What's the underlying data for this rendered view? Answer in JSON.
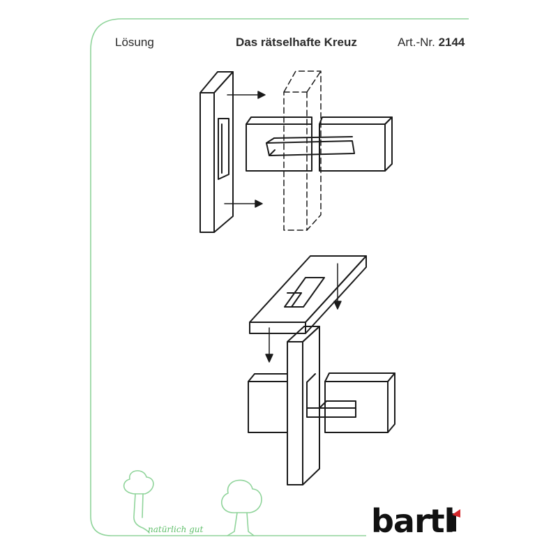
{
  "header": {
    "label": "Lösung",
    "title": "Das rätselhafte Kreuz",
    "article_prefix": "Art.-Nr. ",
    "article_number": "2144"
  },
  "footer": {
    "tagline": "natürlich gut",
    "brand": "bartl"
  },
  "colors": {
    "frame_line": "#8fd49a",
    "tagline": "#5fbf6a",
    "drawing": "#1a1a1a",
    "brand": "#111111"
  },
  "icons": [
    "tree-icon",
    "tree-icon",
    "woodpecker-icon"
  ]
}
